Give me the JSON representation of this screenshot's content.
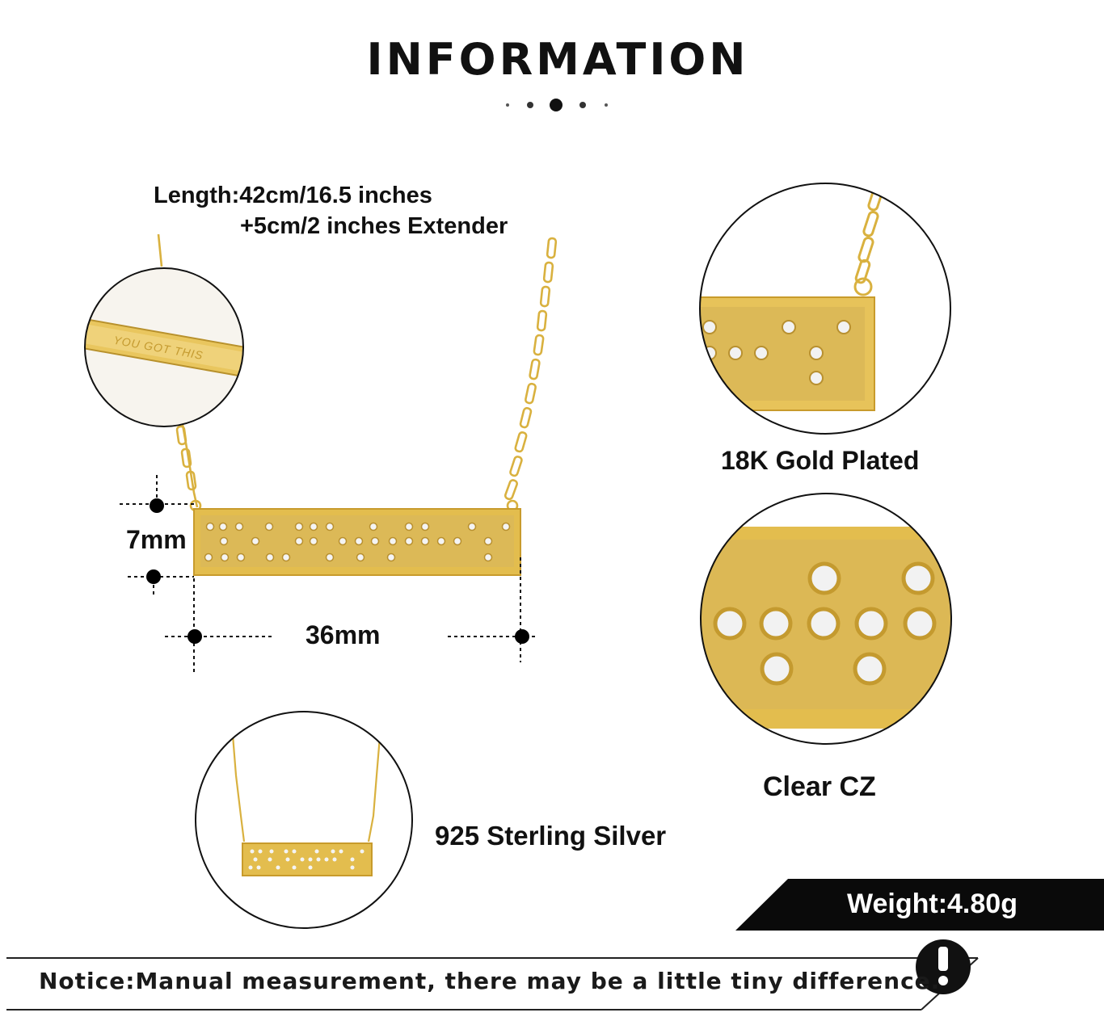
{
  "header": {
    "title": "INFORMATION"
  },
  "specs": {
    "length_line1": "Length:42cm/16.5 inches",
    "length_line2": "+5cm/2 inches Extender",
    "height": "7mm",
    "width": "36mm",
    "plating": "18K Gold Plated",
    "stone": "Clear CZ",
    "material": "925 Sterling Silver",
    "weight": "Weight:4.80g"
  },
  "engraving": {
    "text": "YOU GOT THIS"
  },
  "notice": {
    "text": "Notice:Manual measurement, there may be a little tiny difference.",
    "icon": "exclamation-icon"
  },
  "colors": {
    "gold": "#e7c35a",
    "gold_dark": "#c9a032",
    "gold_light": "#f3dc8c",
    "black": "#0a0a0a"
  }
}
